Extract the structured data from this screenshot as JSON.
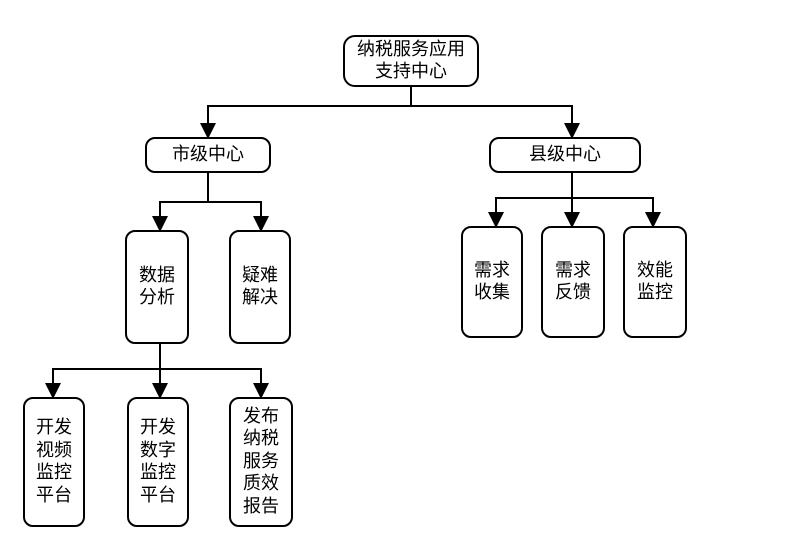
{
  "root": {
    "label": "纳税服务应用\n支持中心"
  },
  "city_center": {
    "label": "市级中心",
    "children": [
      {
        "label": "数据\n分析",
        "children": [
          {
            "label": "开发\n视频\n监控\n平台"
          },
          {
            "label": "开发\n数字\n监控\n平台"
          },
          {
            "label": "发布\n纳税\n服务\n质效\n报告"
          }
        ]
      },
      {
        "label": "疑难\n解决"
      }
    ]
  },
  "county_center": {
    "label": "县级中心",
    "children": [
      {
        "label": "需求\n收集"
      },
      {
        "label": "需求\n反馈"
      },
      {
        "label": "效能\n监控"
      }
    ]
  },
  "colors": {
    "stroke": "#000000",
    "fill": "#ffffff",
    "text": "#000000"
  }
}
